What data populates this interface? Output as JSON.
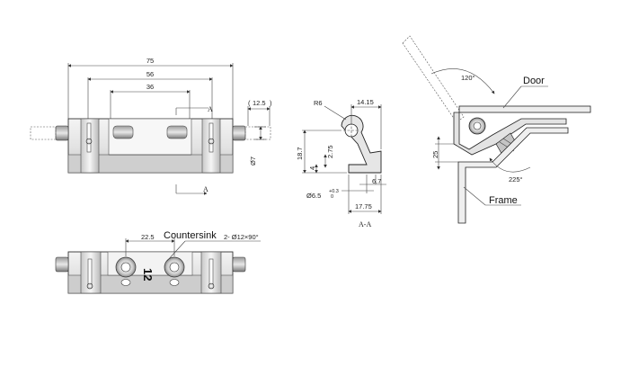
{
  "top_view": {
    "dim_overall": "75",
    "dim_middle": "56",
    "dim_inner": "36",
    "dim_pin_travel": "12.5",
    "dim_dia": "Ø7",
    "section_mark": "A"
  },
  "section_view": {
    "dim_radius": "R6",
    "dim_width_top": "14.15",
    "dim_height": "18.7",
    "dim_inner_height": "2.75",
    "dim_step": "4",
    "dim_hole": "Ø6.5",
    "tol_upper": "+0.3",
    "tol_lower": "0",
    "dim_thickness": "6.7",
    "dim_width_bottom": "17.75",
    "section_title": "A-A"
  },
  "bottom_view": {
    "dim_pitch": "22.5",
    "countersink_label": "Countersink",
    "countersink_spec": "2- Ø12×90°",
    "stamp": "12"
  },
  "install_view": {
    "angle_open": "120°",
    "angle_swing": "225°",
    "dim_offset": "25",
    "label_door": "Door",
    "label_frame": "Frame"
  }
}
